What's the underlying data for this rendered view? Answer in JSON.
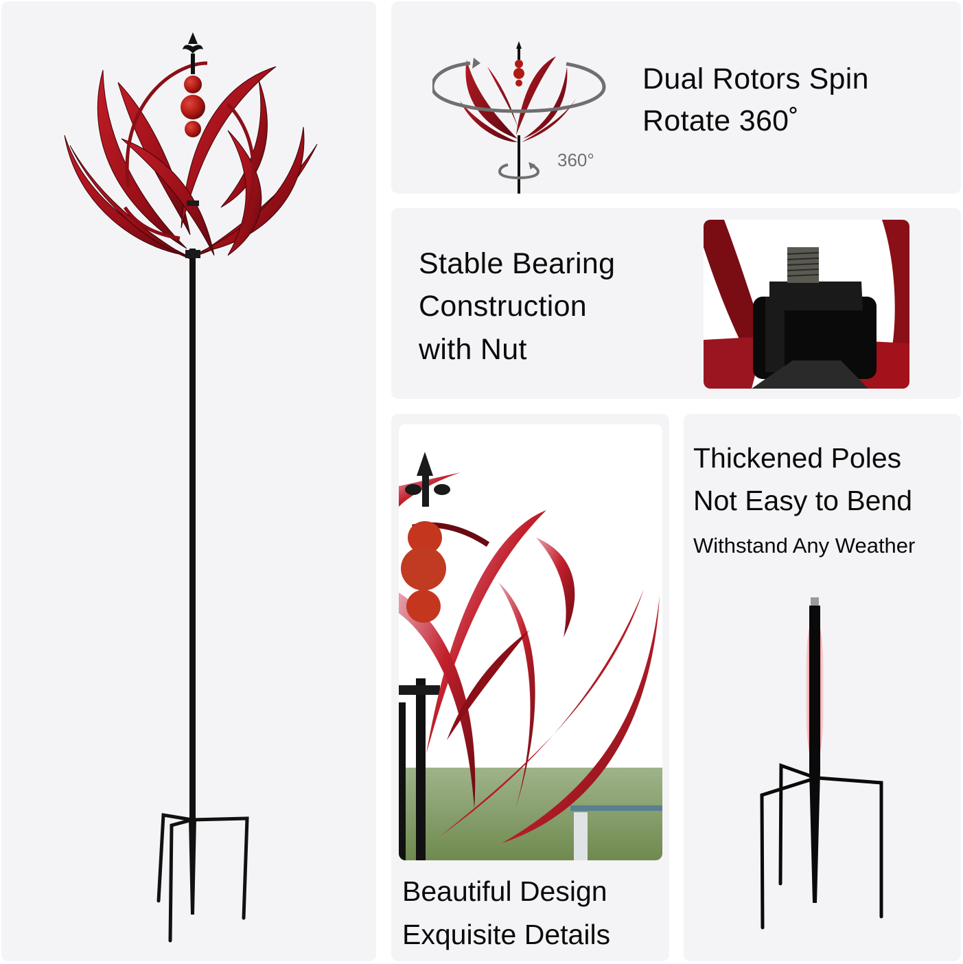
{
  "colors": {
    "page_background": "#ffffff",
    "panel_background": "#f4f4f6",
    "accent_red": "#a3111b",
    "dark_red": "#6e0a12",
    "metal_black": "#111111",
    "arrow_gray": "#6f6f6f",
    "text": "#0a0a0a"
  },
  "panels": {
    "left": {
      "image": "red-metal-wind-spinner-with-stake"
    },
    "rotor": {
      "title_line1": "Dual Rotors Spin",
      "title_line2": "Rotate 360˚",
      "degree_label": "360°",
      "image": "wind-spinner-with-rotation-arrows"
    },
    "bearing": {
      "title_line1": "Stable Bearing",
      "title_line2": "Construction",
      "title_line3": "with Nut",
      "image": "bearing-nut-closeup-photo"
    },
    "design": {
      "title_line1": "Beautiful Design",
      "title_line2": "Exquisite Details",
      "image": "spinner-blades-closeup-photo"
    },
    "poles": {
      "title_line1": "Thickened Poles",
      "title_line2": "Not Easy to Bend",
      "subtitle": "Withstand Any Weather",
      "image": "four-prong-ground-stake"
    }
  }
}
